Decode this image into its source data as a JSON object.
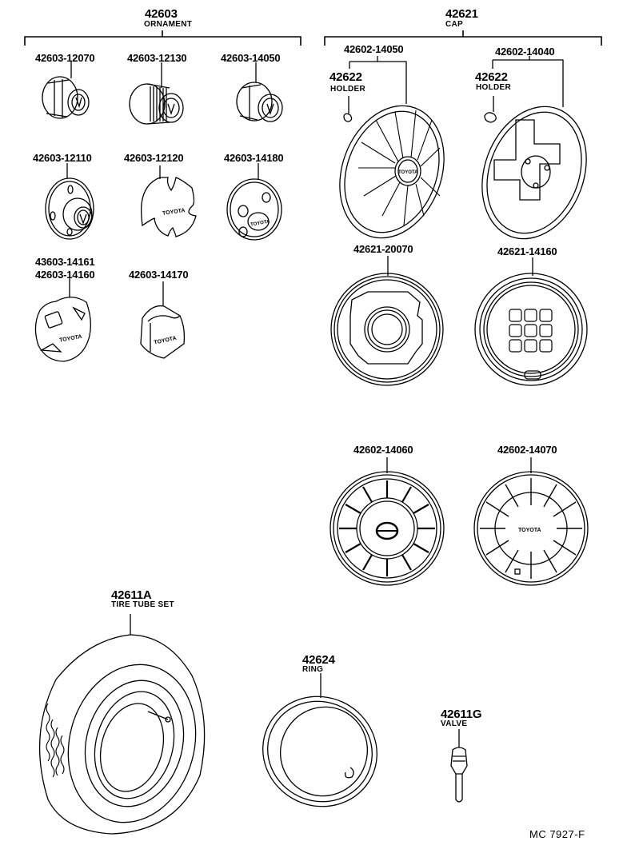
{
  "diagram": {
    "code": "MC 7927-F",
    "groups": [
      {
        "id": "ornament",
        "number": "42603",
        "name": "ORNAMENT",
        "parts": [
          {
            "part_no": "42603-12070"
          },
          {
            "part_no": "42603-12130"
          },
          {
            "part_no": "42603-14050"
          },
          {
            "part_no": "42603-12110"
          },
          {
            "part_no": "42603-12120",
            "marking": "TOYOTA"
          },
          {
            "part_no": "42603-14180",
            "marking": "TOYOTA"
          },
          {
            "part_no": "43603-14161",
            "alt_part_no": "42603-14160",
            "marking": "TOYOTA"
          },
          {
            "part_no": "42603-14170",
            "marking": "TOYOTA"
          }
        ]
      },
      {
        "id": "cap",
        "number": "42621",
        "name": "CAP",
        "parts": [
          {
            "part_no": "42602-14050",
            "holder": {
              "number": "42622",
              "name": "HOLDER"
            },
            "marking": "TOYOTA"
          },
          {
            "part_no": "42602-14040",
            "holder": {
              "number": "42622",
              "name": "HOLDER"
            }
          },
          {
            "part_no": "42621-20070"
          },
          {
            "part_no": "42621-14160"
          },
          {
            "part_no": "42602-14060"
          },
          {
            "part_no": "42602-14070",
            "marking": "TOYOTA"
          }
        ]
      }
    ],
    "singles": [
      {
        "number": "42611A",
        "name": "TIRE TUBE SET"
      },
      {
        "number": "42624",
        "name": "RING"
      },
      {
        "number": "42611G",
        "name": "VALVE"
      }
    ]
  }
}
